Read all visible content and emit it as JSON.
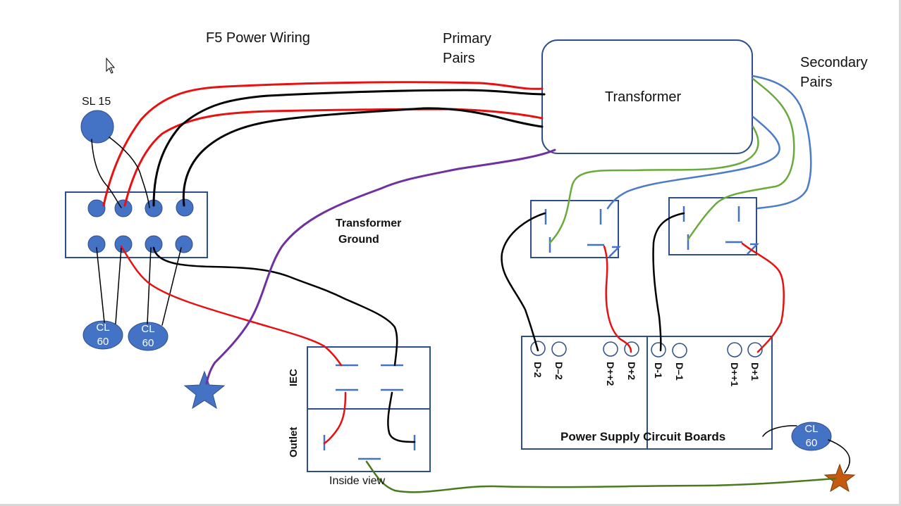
{
  "title": "F5 Power Wiring",
  "labels": {
    "primary_pairs": [
      "Primary",
      "Pairs"
    ],
    "secondary_pairs": [
      "Secondary",
      "Pairs"
    ],
    "transformer": "Transformer",
    "transformer_ground": [
      "Transformer",
      "Ground"
    ],
    "sl15": "SL 15",
    "iec": "IEC",
    "outlet": "Outlet",
    "inside_view": "Inside view",
    "power_supply": "Power Supply Circuit Boards"
  },
  "thermistors": [
    {
      "top": "CL",
      "bottom": "60"
    },
    {
      "top": "CL",
      "bottom": "60"
    },
    {
      "top": "CL",
      "bottom": "60"
    }
  ],
  "terminals": [
    "D-2",
    "D–2",
    "D++2",
    "D+2",
    "D-1",
    "D–1",
    "D++1",
    "D+1"
  ],
  "colors": {
    "box": "#2f4e8c",
    "terminal_fill": "#4472c4",
    "red_wire": "#e81010",
    "black_wire": "#000000",
    "blue_wire": "#4a7cc7",
    "green_wire": "#6aaa3a",
    "purple_wire": "#7030a0",
    "ground_green": "#4a7a1e",
    "star_blue": "#4472c4",
    "star_orange": "#c55a11"
  },
  "icons": [
    "mouse-cursor-icon",
    "blue-star-icon",
    "orange-star-icon"
  ]
}
